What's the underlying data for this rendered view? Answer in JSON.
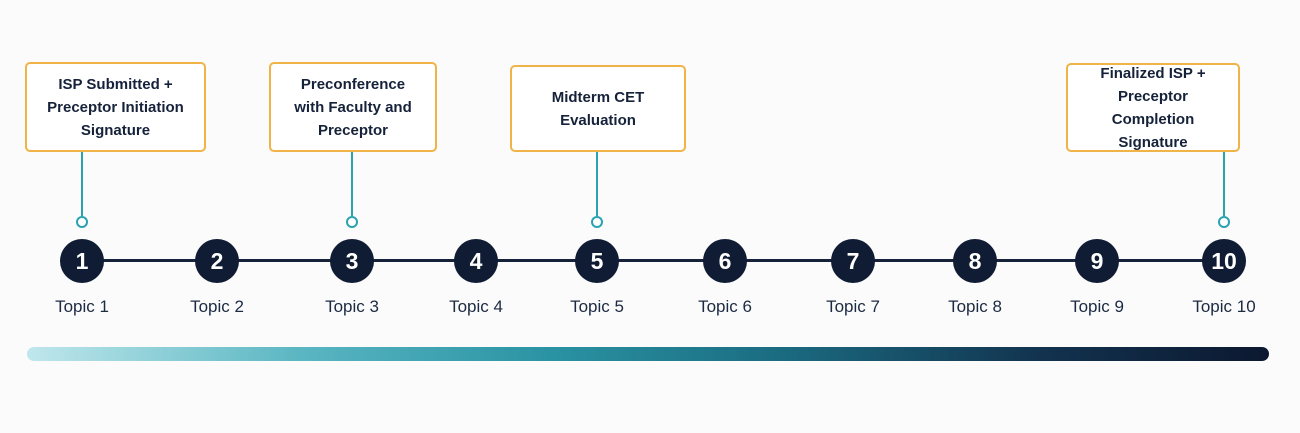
{
  "callouts": [
    {
      "text": "ISP Submitted +\nPreceptor Initiation\nSignature",
      "topic": 1
    },
    {
      "text": "Preconference\nwith Faculty and\nPreceptor",
      "topic": 3
    },
    {
      "text": "Midterm CET\nEvaluation",
      "topic": 5
    },
    {
      "text": "Finalized ISP +\nPreceptor Completion\nSignature",
      "topic": 10
    }
  ],
  "steps": [
    {
      "number": "1",
      "label": "Topic 1"
    },
    {
      "number": "2",
      "label": "Topic 2"
    },
    {
      "number": "3",
      "label": "Topic 3"
    },
    {
      "number": "4",
      "label": "Topic 4"
    },
    {
      "number": "5",
      "label": "Topic 5"
    },
    {
      "number": "6",
      "label": "Topic 6"
    },
    {
      "number": "7",
      "label": "Topic 7"
    },
    {
      "number": "8",
      "label": "Topic 8"
    },
    {
      "number": "9",
      "label": "Topic 9"
    },
    {
      "number": "10",
      "label": "Topic 10"
    }
  ],
  "colors": {
    "node": "#101c33",
    "callout_border": "#f0b347",
    "connector": "#2aa3b0",
    "gradient_start": "#bfe7ec",
    "gradient_end": "#0c1830"
  }
}
